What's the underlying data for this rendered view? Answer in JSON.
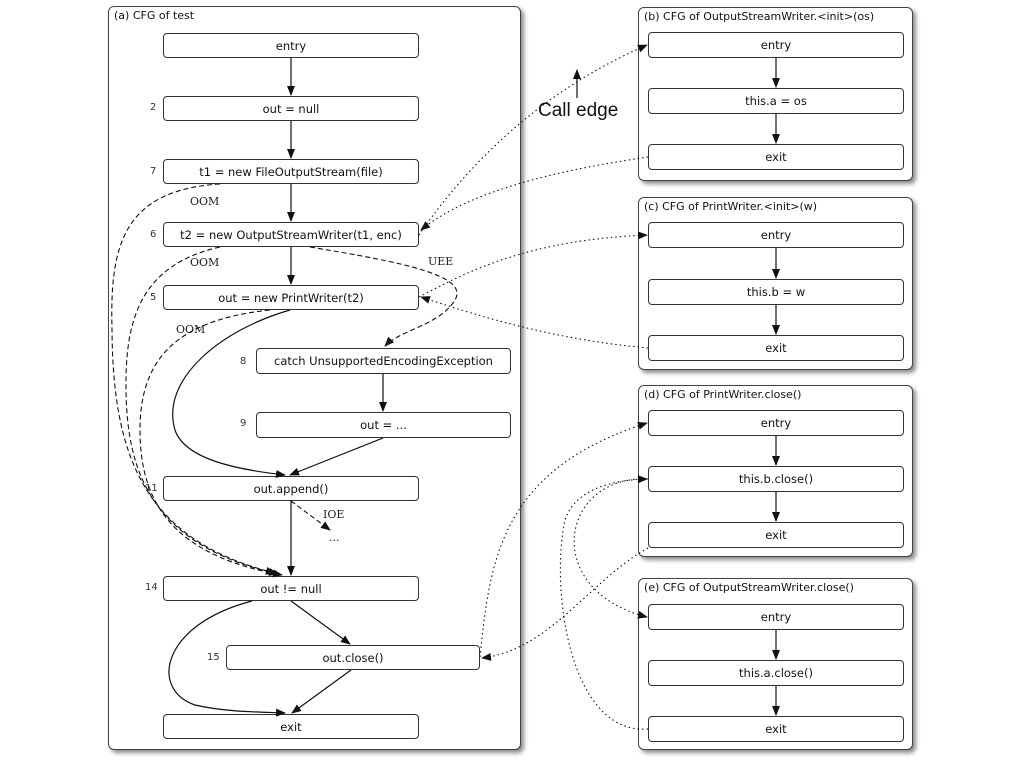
{
  "call_edge_label": "Call edge",
  "panel_a": {
    "title": "(a) CFG of test",
    "nodes": {
      "entry": "entry",
      "n2": "out = null",
      "n7": "t1 = new FileOutputStream(file)",
      "n6": "t2 = new OutputStreamWriter(t1, enc)",
      "n5": "out = new PrintWriter(t2)",
      "n8": "catch UnsupportedEncodingException",
      "n9": "out = ...",
      "n11": "out.append()",
      "n14": "out != null",
      "n15": "out.close()",
      "exit": "exit"
    },
    "line_numbers": {
      "n2": "2",
      "n7": "7",
      "n6": "6",
      "n5": "5",
      "n8": "8",
      "n9": "9",
      "n11": "11",
      "n14": "14",
      "n15": "15"
    },
    "edge_labels": {
      "oom1": "OOM",
      "oom2": "OOM",
      "oom3": "OOM",
      "uee": "UEE",
      "ioe": "IOE",
      "ellipsis": "..."
    }
  },
  "panel_b": {
    "title": "(b) CFG of OutputStreamWriter.<init>(os)",
    "entry": "entry",
    "body": "this.a = os",
    "exit": "exit"
  },
  "panel_c": {
    "title": "(c) CFG of PrintWriter.<init>(w)",
    "entry": "entry",
    "body": "this.b = w",
    "exit": "exit"
  },
  "panel_d": {
    "title": "(d) CFG of PrintWriter.close()",
    "entry": "entry",
    "body": "this.b.close()",
    "exit": "exit"
  },
  "panel_e": {
    "title": "(e) CFG of OutputStreamWriter.close()",
    "entry": "entry",
    "body": "this.a.close()",
    "exit": "exit"
  }
}
